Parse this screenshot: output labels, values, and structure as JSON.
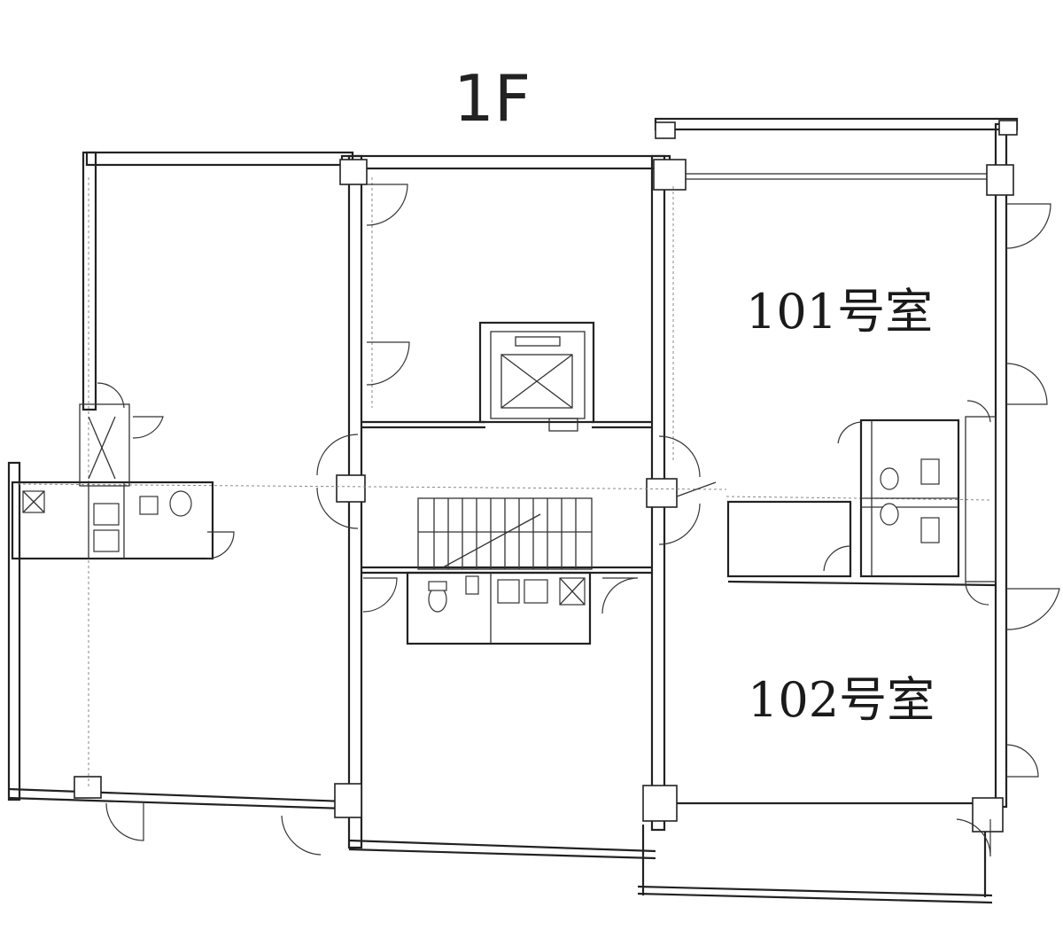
{
  "floor": {
    "label": "1F"
  },
  "rooms": {
    "room_101": "101号室",
    "room_102": "102号室"
  },
  "small_labels": {
    "hall": "",
    "left_utility_a": "",
    "left_utility_b": "",
    "center_wc": "",
    "center_utility": "",
    "storage": "",
    "right_wc_top": "",
    "right_wc_bottom": ""
  }
}
